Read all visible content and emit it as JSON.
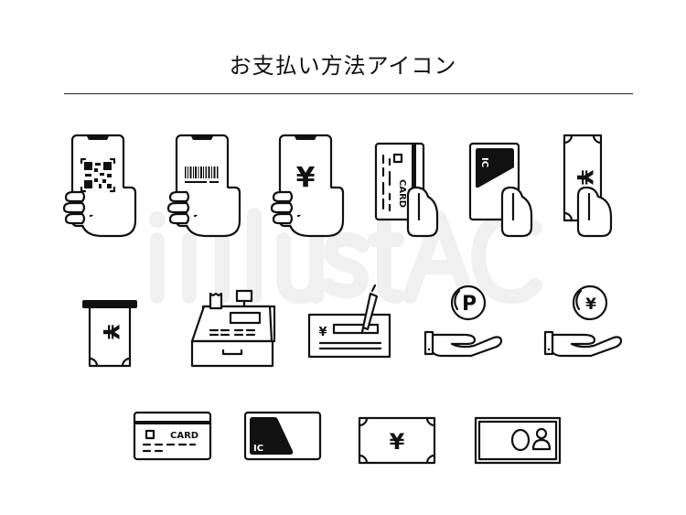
{
  "title": "お支払い方法アイコン",
  "watermark": "illustAC",
  "icons": {
    "phone_yen_symbol": "¥",
    "credit_card_label": "CARD",
    "ic_card_label": "IC",
    "check_yen_symbol": "¥",
    "point_coin_label": "P",
    "yen_coin_label": "¥",
    "bill_yen_symbol": "¥"
  }
}
